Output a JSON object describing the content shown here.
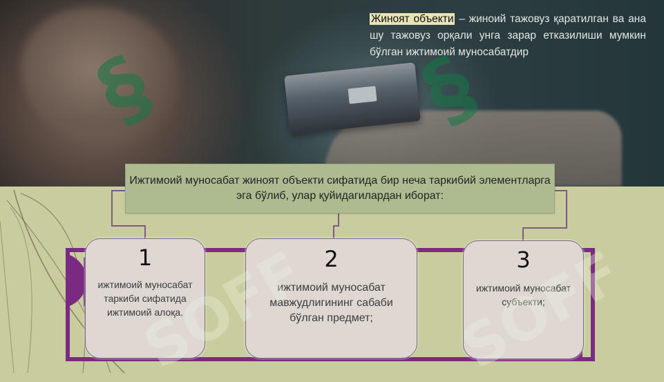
{
  "definition": {
    "highlight": "Жиноят объекти",
    "rest": " – жиноий тажовуз қаратилган ва ана шу тажовуз орқали унга зарар етказилиши мумкин бўлган ижтимоий муносабатдир"
  },
  "banner": {
    "text": "Ижтимоий муносабат жиноят объекти сифатида бир неча таркибий элементларга эга бўлиб, улар қуйидагилардан иборат:"
  },
  "cards": [
    {
      "number": "1",
      "text": "ижтимоий муносабат таркиби сифатида ижтимоий алоқа."
    },
    {
      "number": "2",
      "text": "ижтимоий муносабат мавжудлигининг сабаби бўлган предмет;"
    },
    {
      "number": "3",
      "text": "ижтимоий муносабат субъекти;"
    }
  ],
  "watermark": {
    "text": "SOFF"
  },
  "colors": {
    "accent": "#7b2a82",
    "banner": "#aebb90",
    "card": "#ded7d2",
    "lower_bg": "#c9cc9c",
    "highlight": "#e9e4b8"
  }
}
